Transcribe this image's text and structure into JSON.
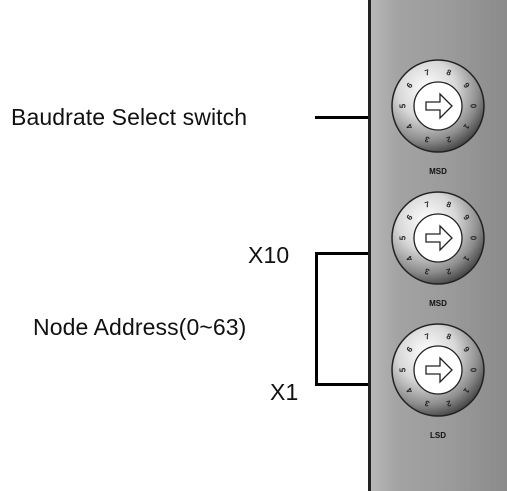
{
  "labels": {
    "baudrate": "Baudrate Select switch",
    "x10": "X10",
    "node_address": "Node Address(0~63)",
    "x1": "X1"
  },
  "switches": [
    {
      "caption": "MSD",
      "icon": "rotary-arrow"
    },
    {
      "caption": "MSD",
      "icon": "rotary-arrow"
    },
    {
      "caption": "LSD",
      "icon": "rotary-arrow"
    }
  ],
  "dial_digits": [
    "0",
    "1",
    "2",
    "3",
    "4",
    "5",
    "6",
    "7",
    "8",
    "9"
  ],
  "colors": {
    "panel_light": "#b7b7b7",
    "panel_dark": "#8a8a8a",
    "dial_light": "#ffffff",
    "dial_dark": "#4a4a4a",
    "line": "#000000"
  }
}
